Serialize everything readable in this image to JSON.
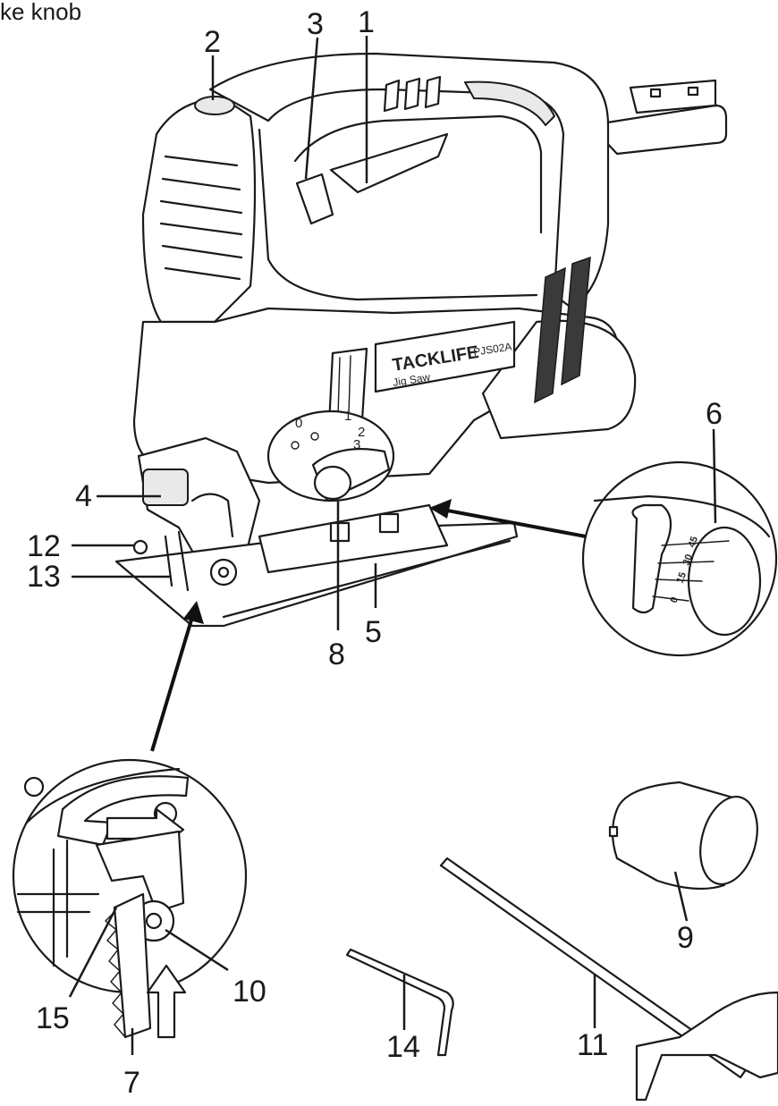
{
  "caption_top": "ke knob",
  "brand": {
    "name": "TACKLIFE",
    "product": "Jig Saw",
    "model": "PJS02A"
  },
  "dial_numbers": [
    "0",
    "1",
    "2",
    "3"
  ],
  "bevel_scale": [
    "45",
    "30",
    "15",
    "0"
  ],
  "callouts": [
    "1",
    "2",
    "3",
    "4",
    "5",
    "6",
    "7",
    "8",
    "9",
    "10",
    "11",
    "12",
    "13",
    "14",
    "15"
  ]
}
